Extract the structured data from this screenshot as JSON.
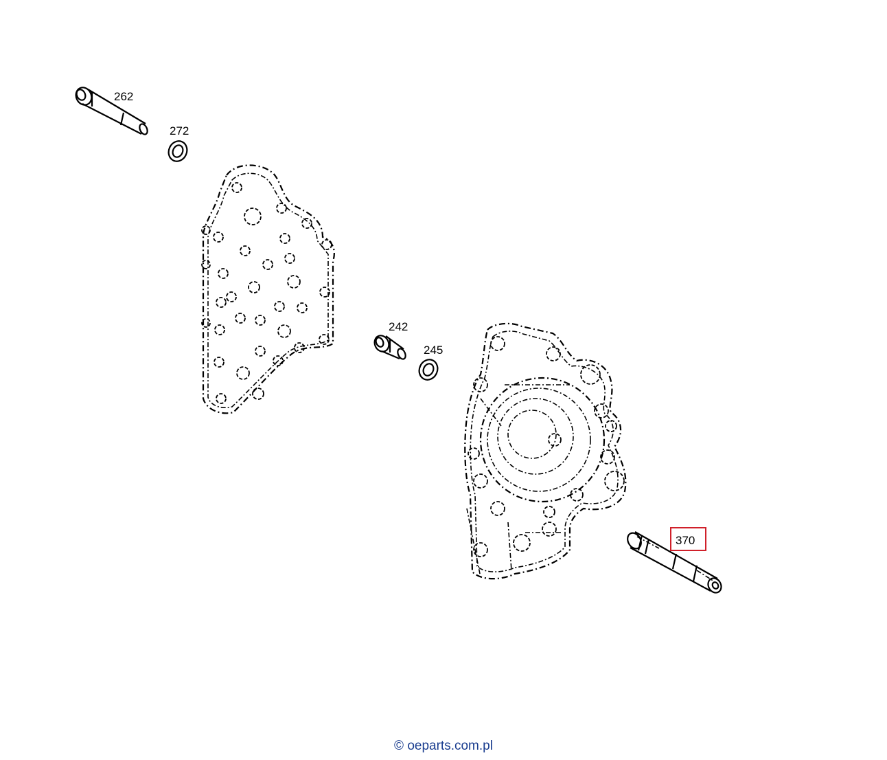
{
  "callouts": [
    {
      "id": "262",
      "label": "262",
      "highlighted": false
    },
    {
      "id": "272",
      "label": "272",
      "highlighted": false
    },
    {
      "id": "242",
      "label": "242",
      "highlighted": false
    },
    {
      "id": "245",
      "label": "245",
      "highlighted": false
    },
    {
      "id": "370",
      "label": "370",
      "highlighted": true
    }
  ],
  "colors": {
    "line": "#000000",
    "highlight_box": "#d0202a",
    "copyright_text": "#1a3d8f",
    "background": "#ffffff"
  },
  "footer": {
    "copyright": "© oeparts.com.pl"
  }
}
